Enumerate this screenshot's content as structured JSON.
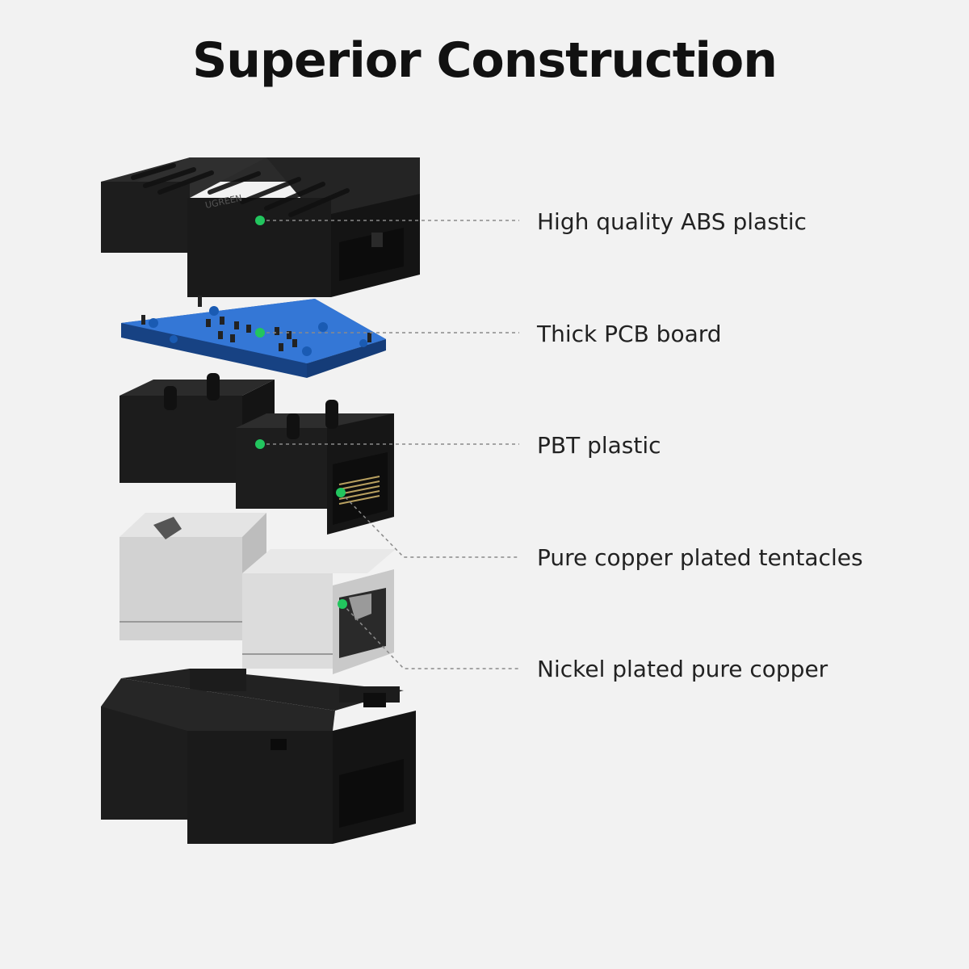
{
  "title": "Superior Construction",
  "layers": [
    {
      "label": "High quality ABS plastic"
    },
    {
      "label": "Thick PCB board"
    },
    {
      "label": "PBT plastic"
    },
    {
      "label": "Pure copper plated tentacles"
    },
    {
      "label": "Nickel plated pure copper"
    }
  ],
  "brand_mark": "UGREEN",
  "colors": {
    "background": "#f2f2f2",
    "marker": "#22c55e",
    "pcb": "#2f6fd0",
    "plastic": "#1c1c1c",
    "metal": "#d8d8d8"
  }
}
